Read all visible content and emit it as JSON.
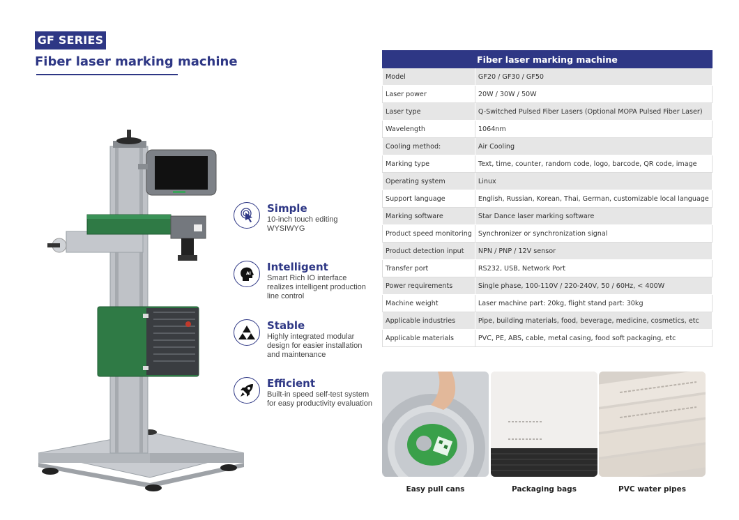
{
  "header": {
    "series": "GF SERIES",
    "title": "Fiber laser marking machine"
  },
  "features": [
    {
      "name": "Simple",
      "desc": "10-inch touch editing WYSIWYG",
      "icon": "touch-icon"
    },
    {
      "name": "Intelligent",
      "desc": "Smart Rich IO interface realizes intelligent production line control",
      "icon": "ai-head-icon",
      "icon_text": "AI"
    },
    {
      "name": "Stable",
      "desc": "Highly integrated modular design for easier installation and maintenance",
      "icon": "triangle-stack-icon"
    },
    {
      "name": "Efficient",
      "desc": "Built-in speed self-test system for easy productivity evaluation",
      "icon": "rocket-icon"
    }
  ],
  "spec_table": {
    "title": "Fiber laser marking machine",
    "rows": [
      {
        "key": "Model",
        "value": "GF20 / GF30 / GF50"
      },
      {
        "key": "Laser power",
        "value": "20W / 30W / 50W"
      },
      {
        "key": "Laser type",
        "value": "Q-Switched Pulsed Fiber Lasers (Optional MOPA Pulsed Fiber Laser)"
      },
      {
        "key": "Wavelength",
        "value": "1064nm"
      },
      {
        "key": "Cooling method:",
        "value": "Air Cooling"
      },
      {
        "key": "Marking type",
        "value": "Text, time, counter, random code, logo, barcode, QR code, image"
      },
      {
        "key": "Operating system",
        "value": "Linux"
      },
      {
        "key": "Support language",
        "value": "English, Russian, Korean, Thai, German, customizable local language"
      },
      {
        "key": "Marking software",
        "value": "Star Dance laser marking software"
      },
      {
        "key": "Product speed monitoring",
        "value": "Synchronizer or synchronization signal"
      },
      {
        "key": "Product detection input",
        "value": "NPN / PNP / 12V sensor"
      },
      {
        "key": "Transfer port",
        "value": "RS232, USB, Network Port"
      },
      {
        "key": "Power requirements",
        "value": "Single phase, 100-110V / 220-240V, 50 / 60Hz, < 400W"
      },
      {
        "key": "Machine weight",
        "value": "Laser machine part: 20kg, flight stand part: 30kg"
      },
      {
        "key": "Applicable industries",
        "value": "Pipe, building materials, food, beverage, medicine, cosmetics, etc"
      },
      {
        "key": "Applicable materials",
        "value": "PVC, PE, ABS, cable, metal casing, food soft packaging, etc"
      }
    ]
  },
  "samples": [
    {
      "caption": "Easy pull cans"
    },
    {
      "caption": "Packaging bags"
    },
    {
      "caption": "PVC water pipes"
    }
  ],
  "colors": {
    "brand_navy": "#2e3785",
    "machine_green": "#2f7a45",
    "frame_gray": "#b9bcc1"
  }
}
